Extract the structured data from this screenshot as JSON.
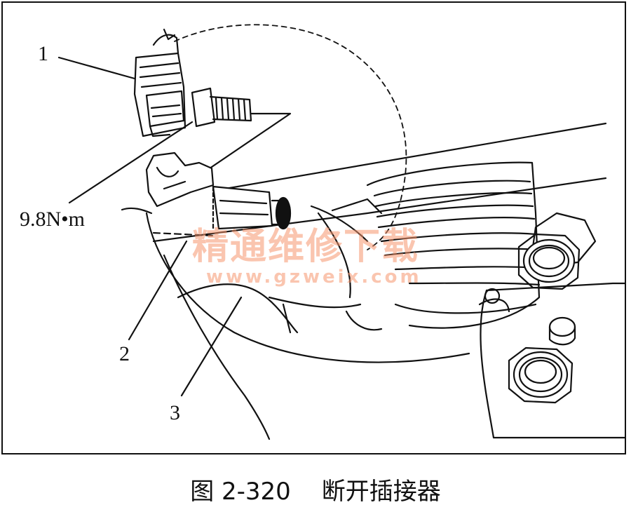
{
  "figure": {
    "callouts": {
      "part_1": "1",
      "part_2": "2",
      "part_3": "3",
      "torque": "9.8N•m"
    },
    "watermark": {
      "line_1": "精通维修下载",
      "line_2": "www.gzweix.com"
    },
    "caption": {
      "number": "图 2-320",
      "title": "断开插接器"
    }
  }
}
